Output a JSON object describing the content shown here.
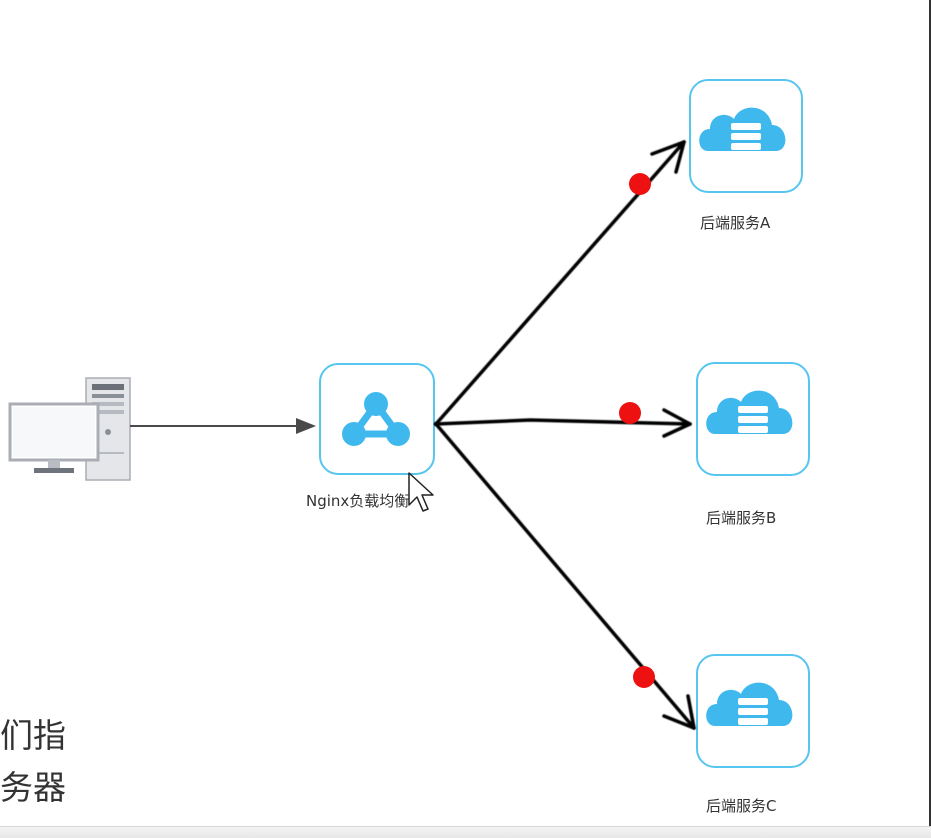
{
  "diagram": {
    "nodes": {
      "nginx": {
        "label": "Nginx负载均衡",
        "icon": "share-network-icon"
      },
      "backend_a": {
        "label": "后端服务A",
        "icon": "cloud-server-icon"
      },
      "backend_b": {
        "label": "后端服务B",
        "icon": "cloud-server-icon"
      },
      "backend_c": {
        "label": "后端服务C",
        "icon": "cloud-server-icon"
      },
      "client": {
        "icon": "desktop-computer-icon"
      }
    },
    "edges": [
      {
        "from": "client",
        "to": "nginx"
      },
      {
        "from": "nginx",
        "to": "backend_a"
      },
      {
        "from": "nginx",
        "to": "backend_b"
      },
      {
        "from": "nginx",
        "to": "backend_c"
      }
    ],
    "colors": {
      "node_border": "#56c6f0",
      "icon_fill": "#3fb8ee",
      "arrow": "#000000",
      "marker": "#ee1111"
    }
  },
  "overlay_text": {
    "line1": "们指",
    "line2": "务器"
  }
}
